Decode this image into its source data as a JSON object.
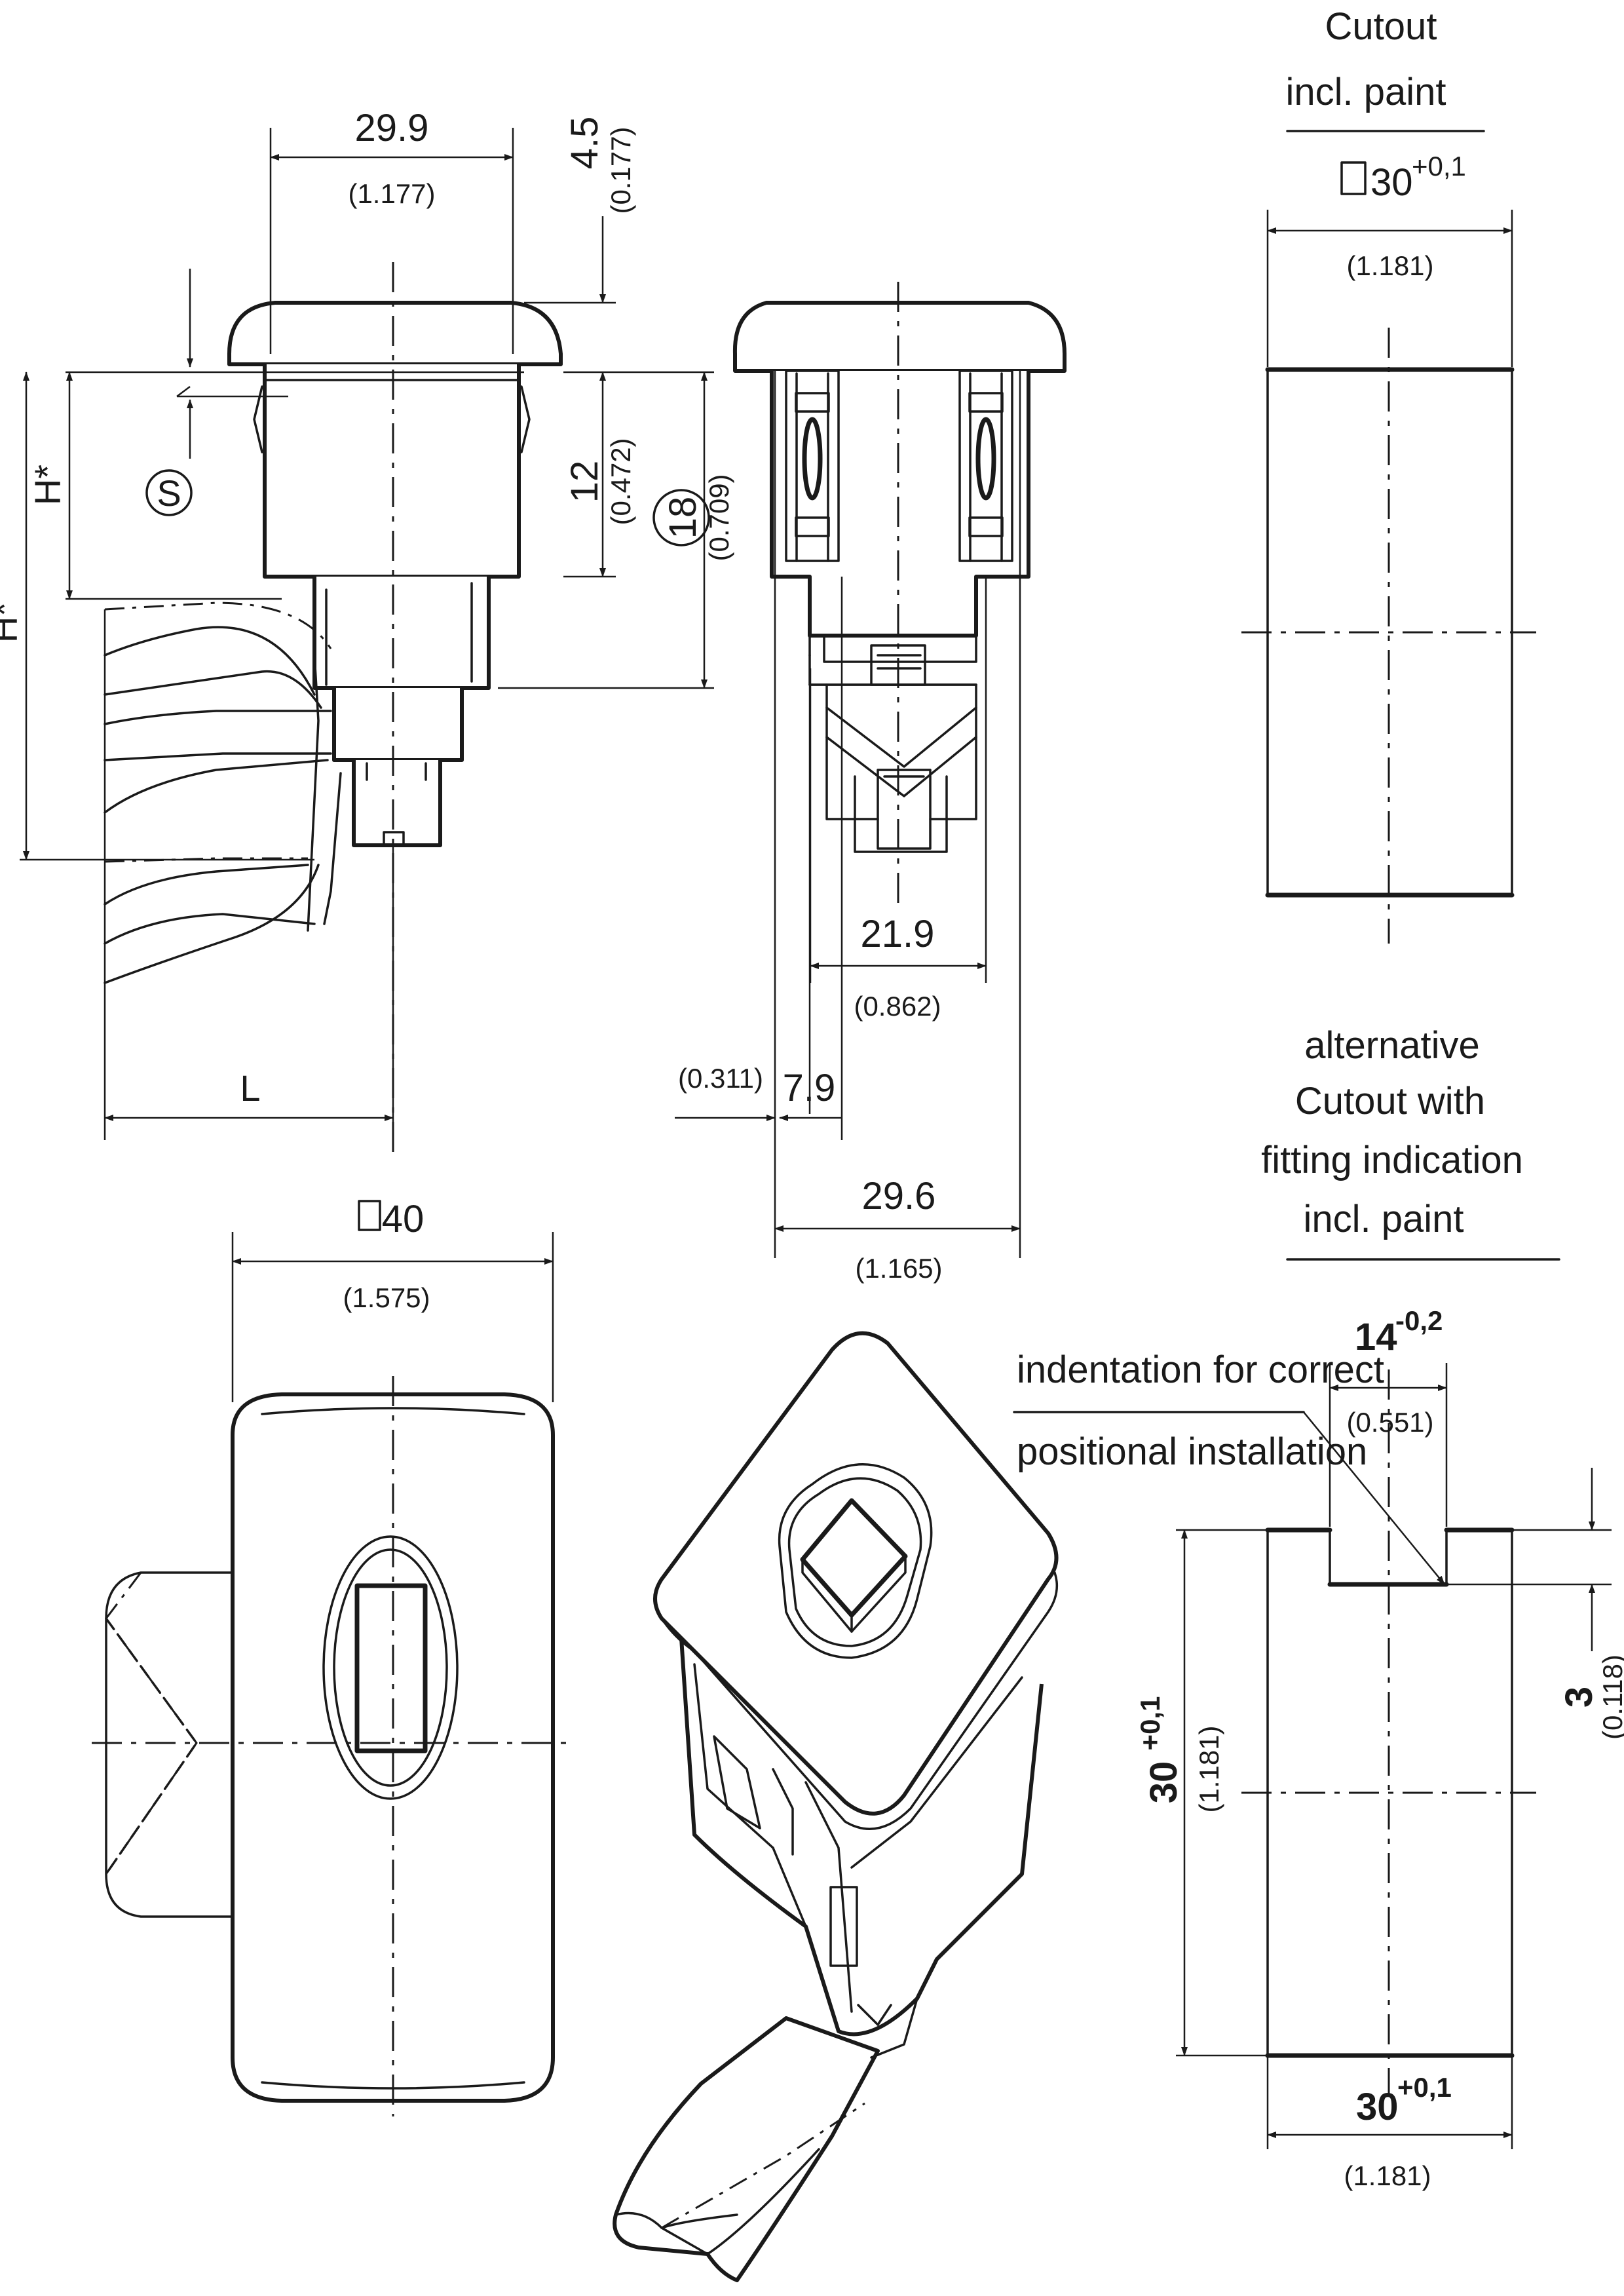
{
  "labels": {
    "cutout_title_1": "Cutout",
    "cutout_title_2": "incl. paint",
    "alt_title_1": "alternative",
    "alt_title_2": "Cutout with",
    "alt_title_3": "fitting indication",
    "alt_title_4": "incl. paint",
    "indent_1": "indentation for correct",
    "indent_2": "positional installation",
    "s_mark": "S",
    "h_star": "H*",
    "l_letter": "L"
  },
  "dimensions": {
    "w_29_9": "29.9",
    "w_29_9_in": "(1.177)",
    "h_4_5": "4.5",
    "h_4_5_in": "(0.177)",
    "h_12": "12",
    "h_12_in": "(0.472)",
    "h_18": "18",
    "h_18_in": "(0.709)",
    "w_21_9": "21.9",
    "w_21_9_in": "(0.862)",
    "w_7_9": "7.9",
    "w_7_9_in": "(0.311)",
    "w_29_6": "29.6",
    "w_29_6_in": "(1.165)",
    "sq_40": "40",
    "sq_40_in": "(1.575)",
    "sq_30": "30",
    "sq_30_tol": "+0,1",
    "sq_30_in": "(1.181)",
    "w_14": "14",
    "w_14_tol": "-0,2",
    "w_14_in": "(0.551)",
    "h_3": "3",
    "h_3_in": "(0.118)",
    "alt_h_30": "30",
    "alt_h_30_tol": "+0,1",
    "alt_h_30_in": "(1.181)",
    "alt_w_30": "30",
    "alt_w_30_tol": "+0,1",
    "alt_w_30_in": "(1.181)"
  }
}
